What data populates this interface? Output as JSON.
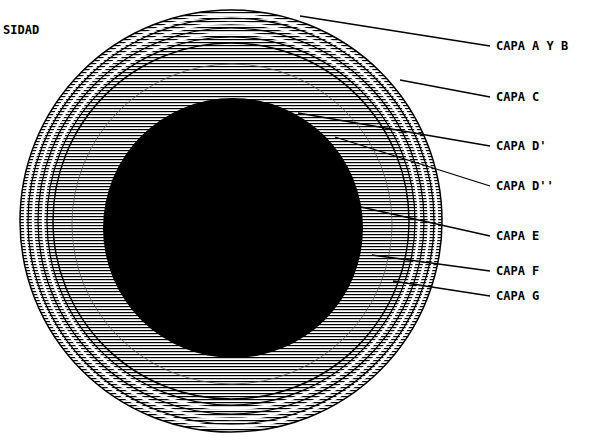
{
  "diagram": {
    "labels": [
      "SIDAD",
      "CAPA A Y B",
      "CAPA C",
      "CAPA D'",
      "CAPA D''",
      "CAPA E",
      "CAPA F",
      "CAPA G"
    ]
  }
}
